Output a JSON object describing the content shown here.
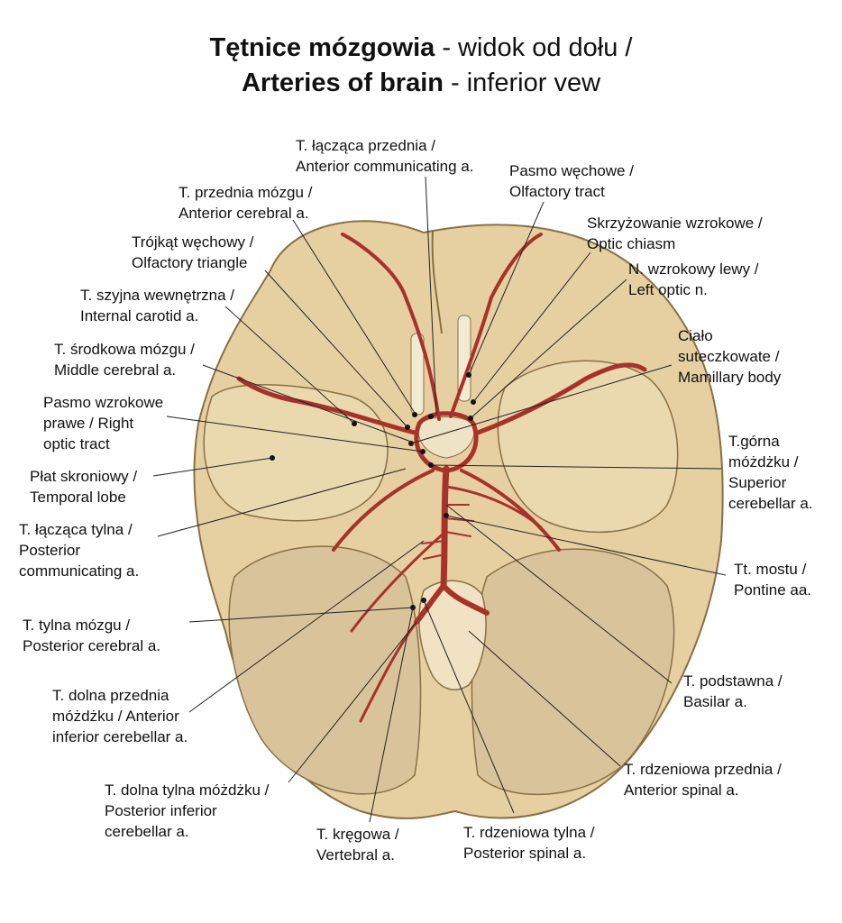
{
  "title": {
    "line1_bold": "Tętnice mózgowia",
    "line1_rest": " - widok od dołu /",
    "line2_bold": "Arteries of brain",
    "line2_rest": " - inferior vew"
  },
  "labels": {
    "acom": [
      "T. łącząca przednia /",
      "Anterior communicating a."
    ],
    "olftr": [
      "Pasmo węchowe /",
      "Olfactory tract"
    ],
    "aca": [
      "T. przednia mózgu /",
      "Anterior cerebral a."
    ],
    "chiasm": [
      "Skrzyżowanie wzrokowe /",
      "Optic chiasm"
    ],
    "olftri": [
      "Trójkąt węchowy /",
      "Olfactory triangle"
    ],
    "optn": [
      "N. wzrokowy lewy /",
      "Left optic n."
    ],
    "ica": [
      "T. szyjna wewnętrzna /",
      "Internal carotid a."
    ],
    "mam": [
      "Ciało",
      "suteczkowate /",
      "Mamillary body"
    ],
    "mca": [
      "T. środkowa mózgu /",
      "Middle cerebral a."
    ],
    "opttr": [
      "Pasmo wzrokowe",
      "prawe / Right",
      "optic tract"
    ],
    "sca": [
      "T.górna",
      "móżdżku /",
      "Superior",
      "cerebellar a."
    ],
    "temp": [
      "Płat skroniowy /",
      "Temporal lobe"
    ],
    "pcom": [
      "T. łącząca tylna /",
      "Posterior",
      "communicating a."
    ],
    "pont": [
      "Tt. mostu /",
      "Pontine aa."
    ],
    "pca": [
      "T. tylna mózgu /",
      "Posterior cerebral a."
    ],
    "basilar": [
      "T. podstawna /",
      "Basilar a."
    ],
    "aica": [
      "T. dolna przednia",
      "móżdżku / Anterior",
      "inferior cerebellar a."
    ],
    "asa": [
      "T. rdzeniowa przednia /",
      "Anterior spinal a."
    ],
    "pica": [
      "T. dolna tylna móżdżku /",
      "Posterior inferior",
      "cerebellar a."
    ],
    "vert": [
      "T. kręgowa /",
      "Vertebral a."
    ],
    "psa": [
      "T. rdzeniowa tylna /",
      "Posterior spinal a."
    ]
  },
  "colors": {
    "brain": "#e8d4a8",
    "brain_shade": "#c9ae80",
    "artery": "#a8322a",
    "leader": "#222222"
  }
}
